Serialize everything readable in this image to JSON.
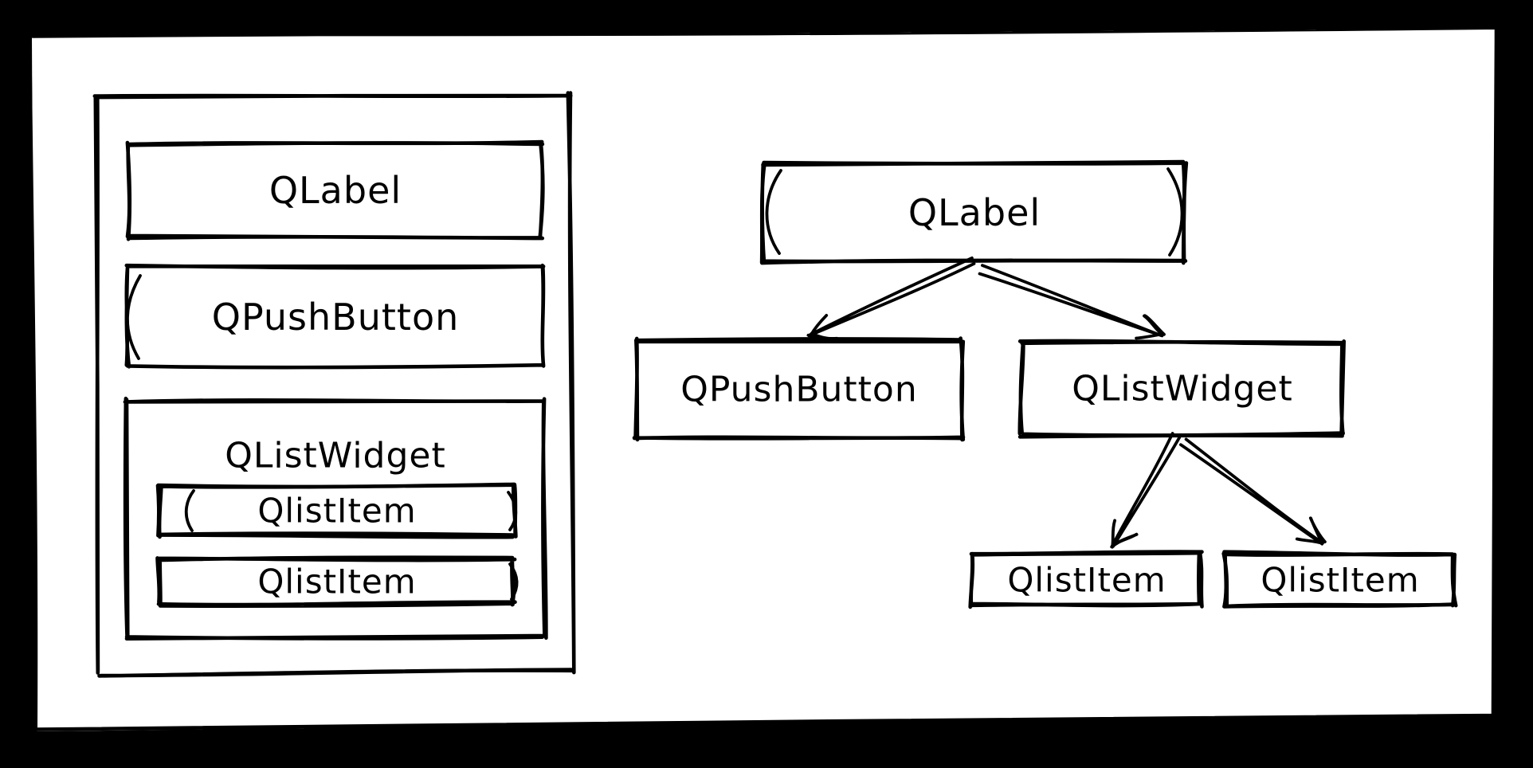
{
  "canvas": {
    "background_color": "#000000",
    "page_color": "#ffffff",
    "ink_color": "#000000"
  },
  "window_mockup": {
    "qlabel": "QLabel",
    "qpushbutton": "QPushButton",
    "qlistwidget": "QListWidget",
    "qlistitem1": "QlistItem",
    "qlistitem2": "QlistItem"
  },
  "tree": {
    "root": "QLabel",
    "child_left": "QPushButton",
    "child_right": "QListWidget",
    "grandchild_left": "QlistItem",
    "grandchild_right": "QlistItem"
  }
}
